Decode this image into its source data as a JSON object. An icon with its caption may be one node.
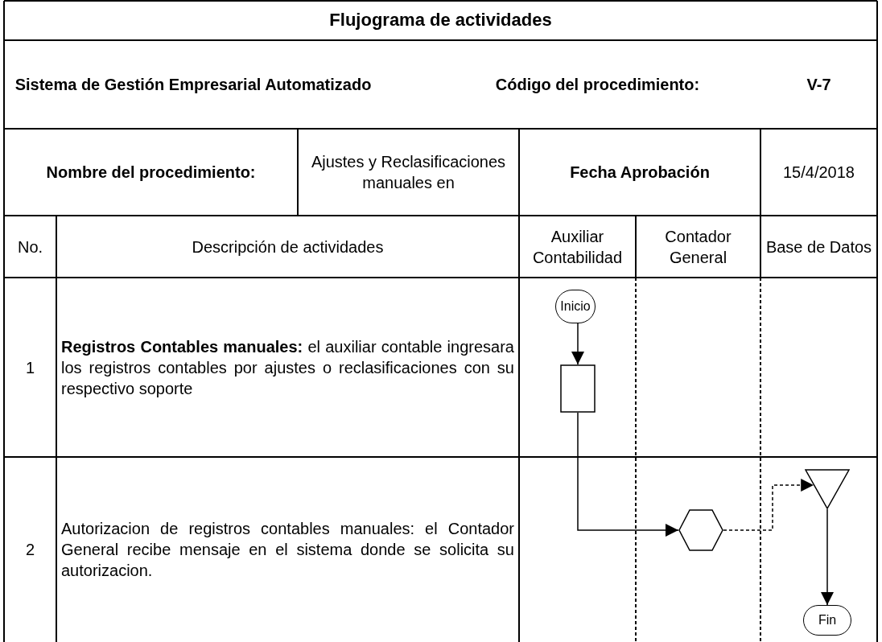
{
  "diagram": {
    "title": "Flujograma de actividades",
    "nodes": [
      {
        "text": [
          "Inicio"
        ]
      },
      {
        "text": [],
        "shape": "box"
      },
      {
        "text": [],
        "shape": "hexagon"
      },
      {
        "text": [],
        "shape": "triangle"
      },
      {
        "text": [
          "Fin"
        ]
      }
    ],
    "edges": [
      {
        "from": 0,
        "to": 1,
        "arrow": "to"
      },
      {
        "from": 1,
        "to": 2,
        "arrow": "to"
      },
      {
        "from": 2,
        "to": 3,
        "arrow": "to",
        "style": "dashed"
      },
      {
        "from": 3,
        "to": 4,
        "arrow": "to"
      }
    ],
    "labels": [
      "Sistema de Gestión Empresarial Automatizado",
      "Código del procedimiento:",
      "V-7",
      "Nombre del procedimiento:",
      "Ajustes y Reclasificaciones manuales en",
      "Fecha Aprobación",
      "15/4/2018",
      "No.",
      "Descripción de actividades",
      "Auxiliar Contabilidad",
      "Contador General",
      "Base de Datos",
      "1",
      "**Registros Contables manuales:** el auxiliar contable ingresara los registros contables por ajustes o reclasificaciones con su respectivo soporte",
      "2",
      "Autorizacion de registros contables manuales: el Contador General recibe mensaje en el sistema donde se solicita su autorizacion."
    ]
  }
}
